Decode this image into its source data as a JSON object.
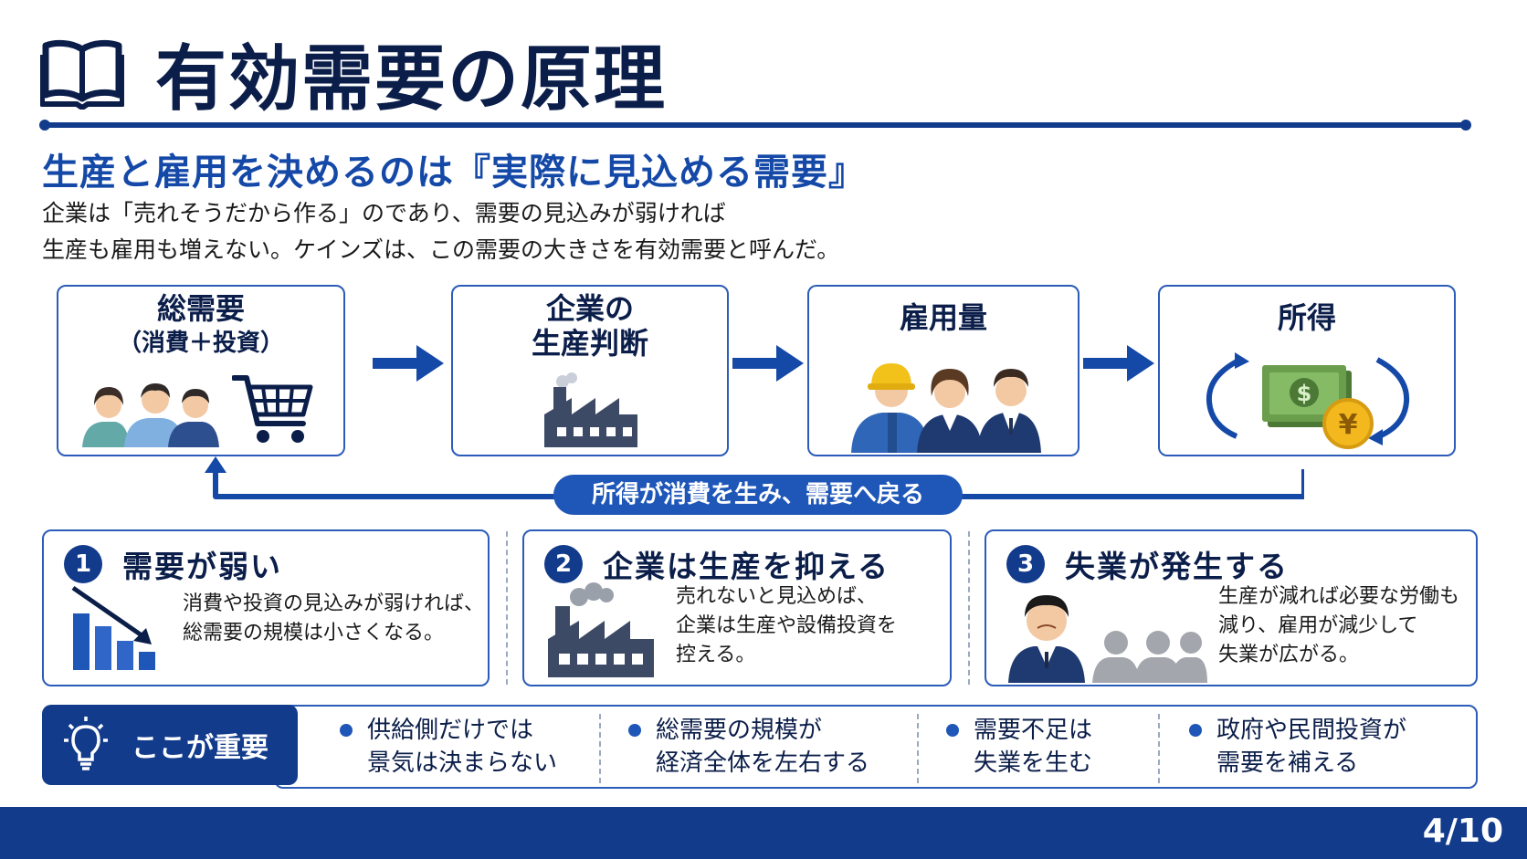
{
  "header": {
    "title": "有効需要の原理",
    "subtitle": "生産と雇用を決めるのは『実際に見込める需要』",
    "description_lines": [
      "企業は「売れそうだから作る」のであり、需要の見込みが弱ければ",
      "生産も雇用も増えない。ケインズは、この需要の大きさを有効需要と呼んだ。"
    ]
  },
  "flow": {
    "steps": [
      {
        "title_lines": [
          "総需要",
          "（消費＋投資）"
        ],
        "icons": [
          "people-icon",
          "shopping-cart-icon"
        ]
      },
      {
        "title_lines": [
          "企業の",
          "生産判断"
        ],
        "icons": [
          "factory-icon"
        ]
      },
      {
        "title_lines": [
          "雇用量"
        ],
        "icons": [
          "workers-icon"
        ]
      },
      {
        "title_lines": [
          "所得"
        ],
        "icons": [
          "money-cycle-icon"
        ]
      }
    ],
    "loop_label": "所得が消費を生み、需要へ戻る"
  },
  "points": [
    {
      "number": "1",
      "title": "需要が弱い",
      "text_lines": [
        "消費や投資の見込みが弱ければ、",
        "総需要の規模は小さくなる。"
      ],
      "icon": "declining-bars-icon"
    },
    {
      "number": "2",
      "title": "企業は生産を抑える",
      "text_lines": [
        "売れないと見込めば、",
        "企業は生産や設備投資を",
        "控える。"
      ],
      "icon": "factory-smoke-icon"
    },
    {
      "number": "3",
      "title": "失業が発生する",
      "text_lines": [
        "生産が減れば必要な労働も",
        "減り、雇用が減少して",
        "失業が広がる。"
      ],
      "icon": "unemployed-icon"
    }
  ],
  "key_points": {
    "label": "ここが重要",
    "items": [
      {
        "lines": [
          "供給側だけでは",
          "景気は決まらない"
        ]
      },
      {
        "lines": [
          "総需要の規模が",
          "経済全体を左右する"
        ]
      },
      {
        "lines": [
          "需要不足は",
          "失業を生む"
        ]
      },
      {
        "lines": [
          "政府や民間投資が",
          "需要を補える"
        ]
      }
    ]
  },
  "footer": {
    "page": "4/10"
  },
  "colors": {
    "navy": "#123b8c",
    "blue": "#1f57b8",
    "title": "#0b1e4a",
    "accent_text": "#1549a8"
  }
}
